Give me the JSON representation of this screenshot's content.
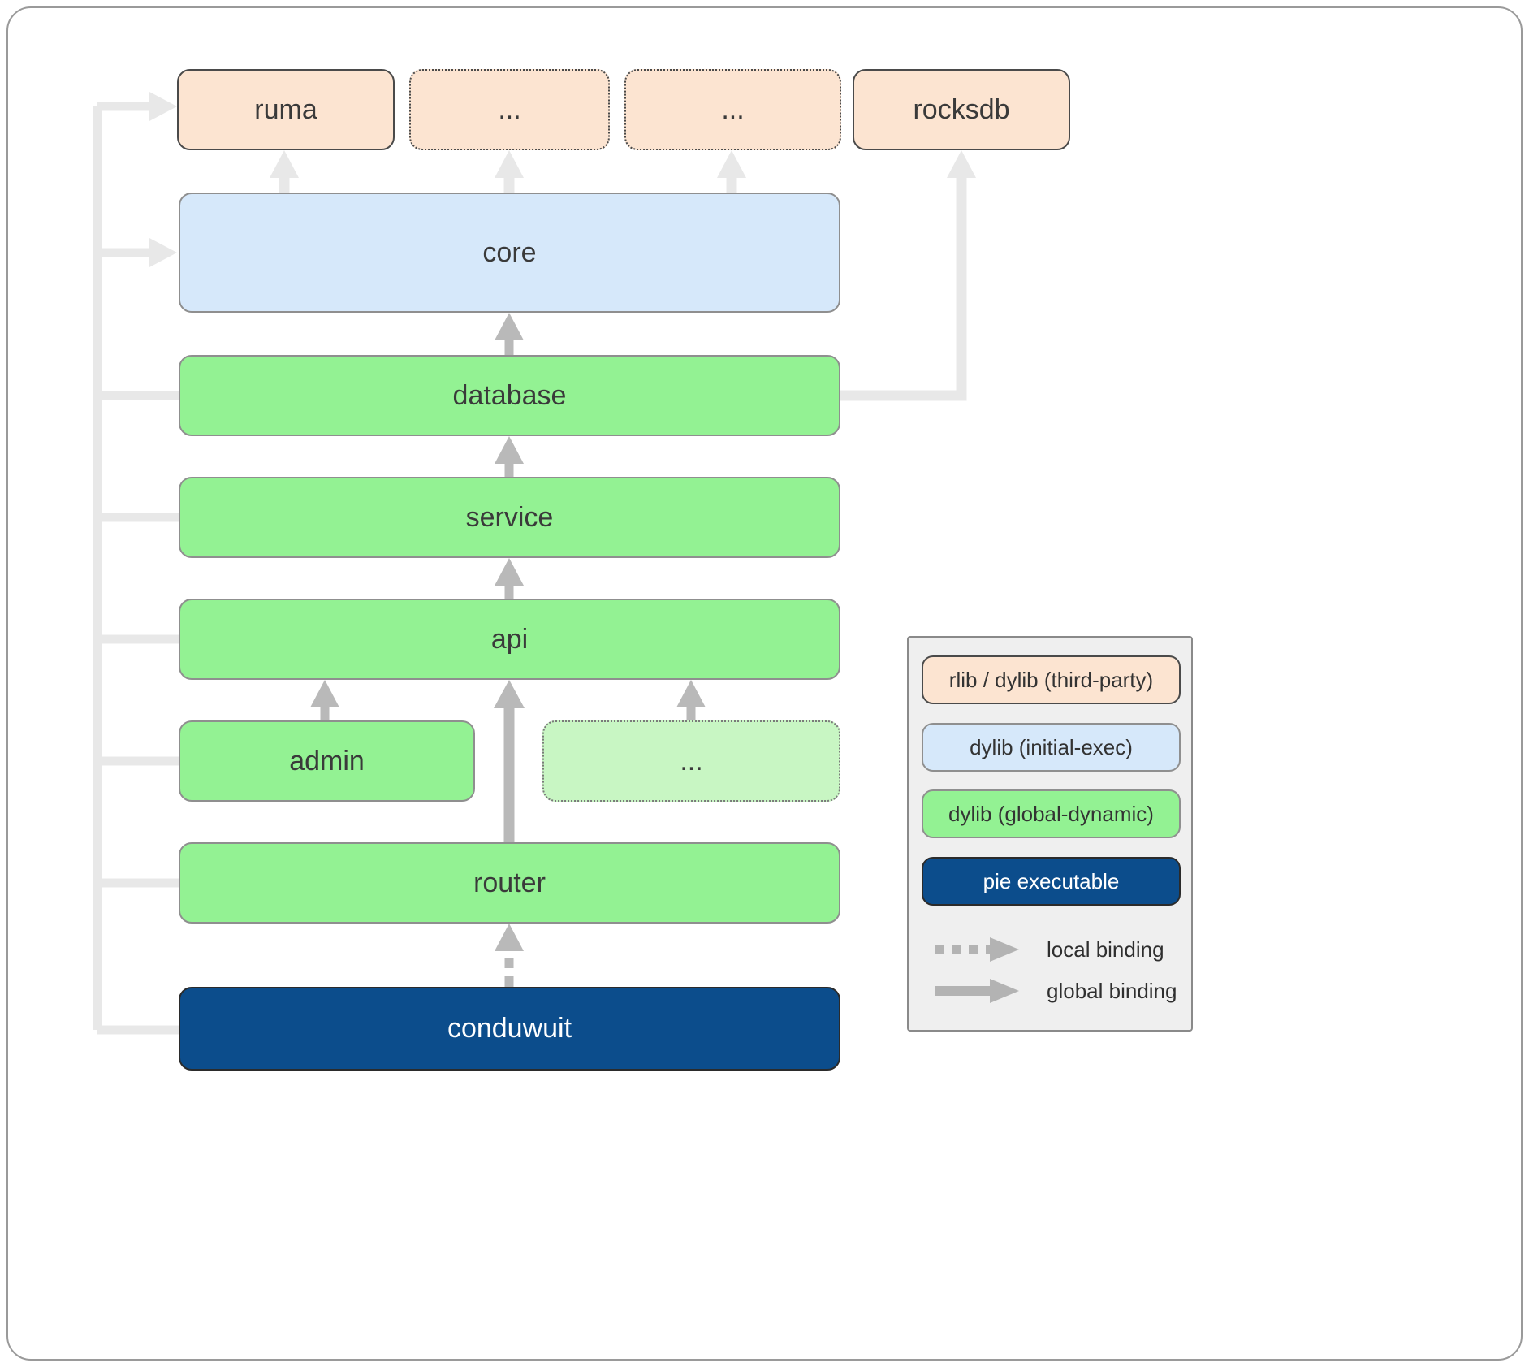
{
  "diagram": {
    "nodes": {
      "ruma": "ruma",
      "dots_top_1": "...",
      "dots_top_2": "...",
      "rocksdb": "rocksdb",
      "core": "core",
      "database": "database",
      "service": "service",
      "api": "api",
      "admin": "admin",
      "dots_mid": "...",
      "router": "router",
      "conduwuit": "conduwuit"
    }
  },
  "legend": {
    "swatches": [
      {
        "label": "rlib / dylib (third-party)"
      },
      {
        "label": "dylib (initial-exec)"
      },
      {
        "label": "dylib (global-dynamic)"
      },
      {
        "label": "pie executable"
      }
    ],
    "local_binding_label": "local binding",
    "global_binding_label": "global binding"
  },
  "colors": {
    "third_party_fill": "#fce4d1",
    "initial_exec_fill": "#d6e8fa",
    "global_dynamic_fill": "#93f293",
    "global_dynamic_light_fill": "#c8f6c3",
    "pie_executable_fill": "#0c4d8c",
    "arrow_medium": "#b9b9b9",
    "arrow_light": "#e8e8e8"
  }
}
